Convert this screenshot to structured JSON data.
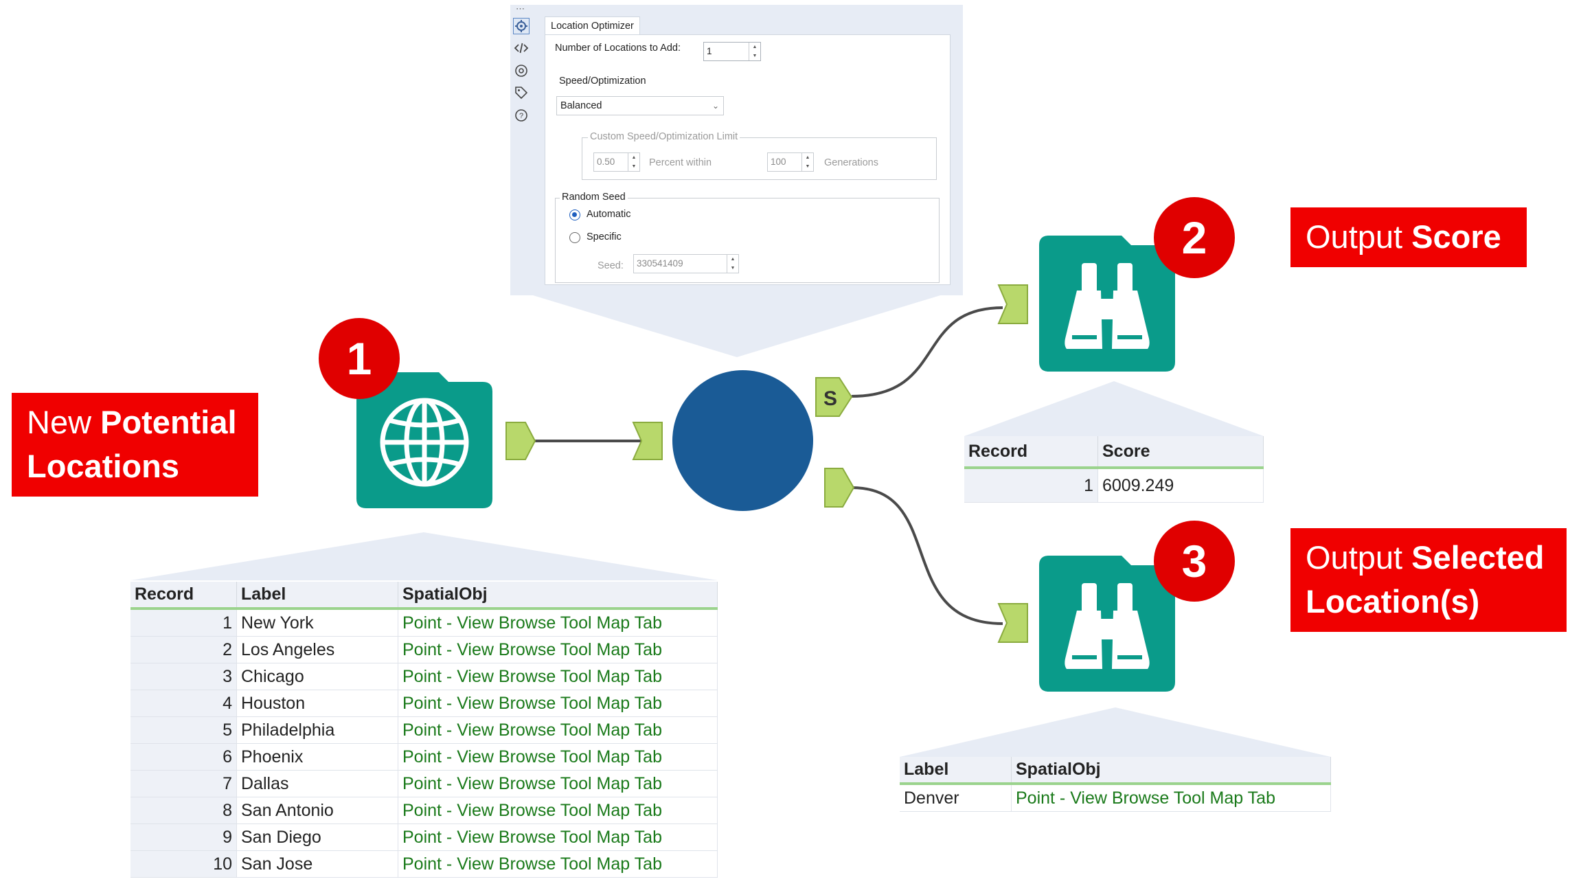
{
  "config": {
    "tab_title": "Location Optimizer",
    "num_locations_label": "Number of Locations to Add:",
    "num_locations_value": "1",
    "speed_label": "Speed/Optimization",
    "speed_value": "Balanced",
    "custom_group_title": "Custom Speed/Optimization Limit",
    "percent_value": "0.50",
    "percent_label": "Percent within",
    "generations_value": "100",
    "generations_label": "Generations",
    "seed_group_title": "Random Seed",
    "automatic_label": "Automatic",
    "specific_label": "Specific",
    "seed_label": "Seed:",
    "seed_value": "330541409",
    "side_icons": [
      "gear-icon",
      "code-icon",
      "configure-icon",
      "tag-icon",
      "help-icon"
    ]
  },
  "labels": {
    "new_potential_regular": "New ",
    "new_potential_bold": "Potential",
    "new_potential_line2": "Locations",
    "output_score_regular": "Output ",
    "output_score_bold": "Score",
    "output_selected_regular": "Output ",
    "output_selected_bold": "Selected",
    "output_selected_line2": "Location(s)"
  },
  "badges": [
    "1",
    "2",
    "3"
  ],
  "anchor_s": "S",
  "input_table": {
    "headers": [
      "Record",
      "Label",
      "SpatialObj"
    ],
    "rows": [
      [
        "1",
        "New York",
        "Point - View Browse Tool Map Tab"
      ],
      [
        "2",
        "Los Angeles",
        "Point - View Browse Tool Map Tab"
      ],
      [
        "3",
        "Chicago",
        "Point - View Browse Tool Map Tab"
      ],
      [
        "4",
        "Houston",
        "Point - View Browse Tool Map Tab"
      ],
      [
        "5",
        "Philadelphia",
        "Point - View Browse Tool Map Tab"
      ],
      [
        "6",
        "Phoenix",
        "Point - View Browse Tool Map Tab"
      ],
      [
        "7",
        "Dallas",
        "Point - View Browse Tool Map Tab"
      ],
      [
        "8",
        "San Antonio",
        "Point - View Browse Tool Map Tab"
      ],
      [
        "9",
        "San Diego",
        "Point - View Browse Tool Map Tab"
      ],
      [
        "10",
        "San Jose",
        "Point - View Browse Tool Map Tab"
      ]
    ]
  },
  "score_table": {
    "headers": [
      "Record",
      "Score"
    ],
    "rows": [
      [
        "1",
        "6009.249"
      ]
    ]
  },
  "selected_table": {
    "headers": [
      "Label",
      "SpatialObj"
    ],
    "rows": [
      [
        "Denver",
        "Point - View Browse Tool Map Tab"
      ]
    ]
  },
  "colors": {
    "tool_teal": "#0a9b8a",
    "optimizer_blue": "#1a5b96",
    "anchor_green": "#b8d86b",
    "badge_red": "#e00000",
    "label_red": "#f00000"
  }
}
